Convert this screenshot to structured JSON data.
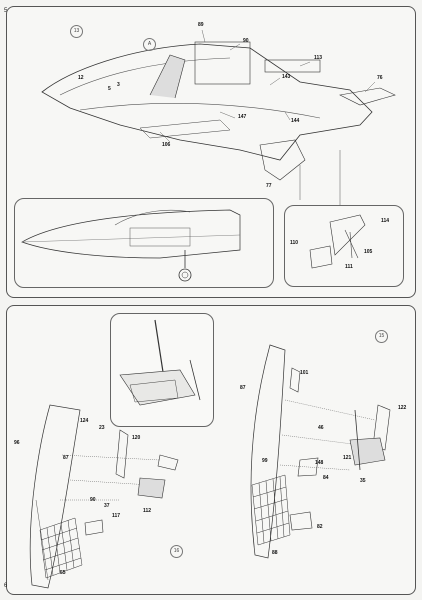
{
  "pages": {
    "top_number": "5",
    "bottom_number": "6"
  },
  "top_panel": {
    "step_badge": "13",
    "sub_badge": "A",
    "parts": [
      "89",
      "90",
      "113",
      "143",
      "76",
      "12",
      "3",
      "5",
      "147",
      "144",
      "106",
      "77"
    ],
    "inset_parts": [
      "114",
      "110",
      "105",
      "111"
    ]
  },
  "bottom_panel": {
    "step_badge": "15",
    "sub_badge": "16",
    "left_parts": [
      "96",
      "124",
      "23",
      "120",
      "87",
      "90",
      "37",
      "117",
      "112",
      "55"
    ],
    "right_parts": [
      "101",
      "122",
      "87",
      "46",
      "121",
      "99",
      "148",
      "35",
      "84",
      "88",
      "82"
    ]
  }
}
